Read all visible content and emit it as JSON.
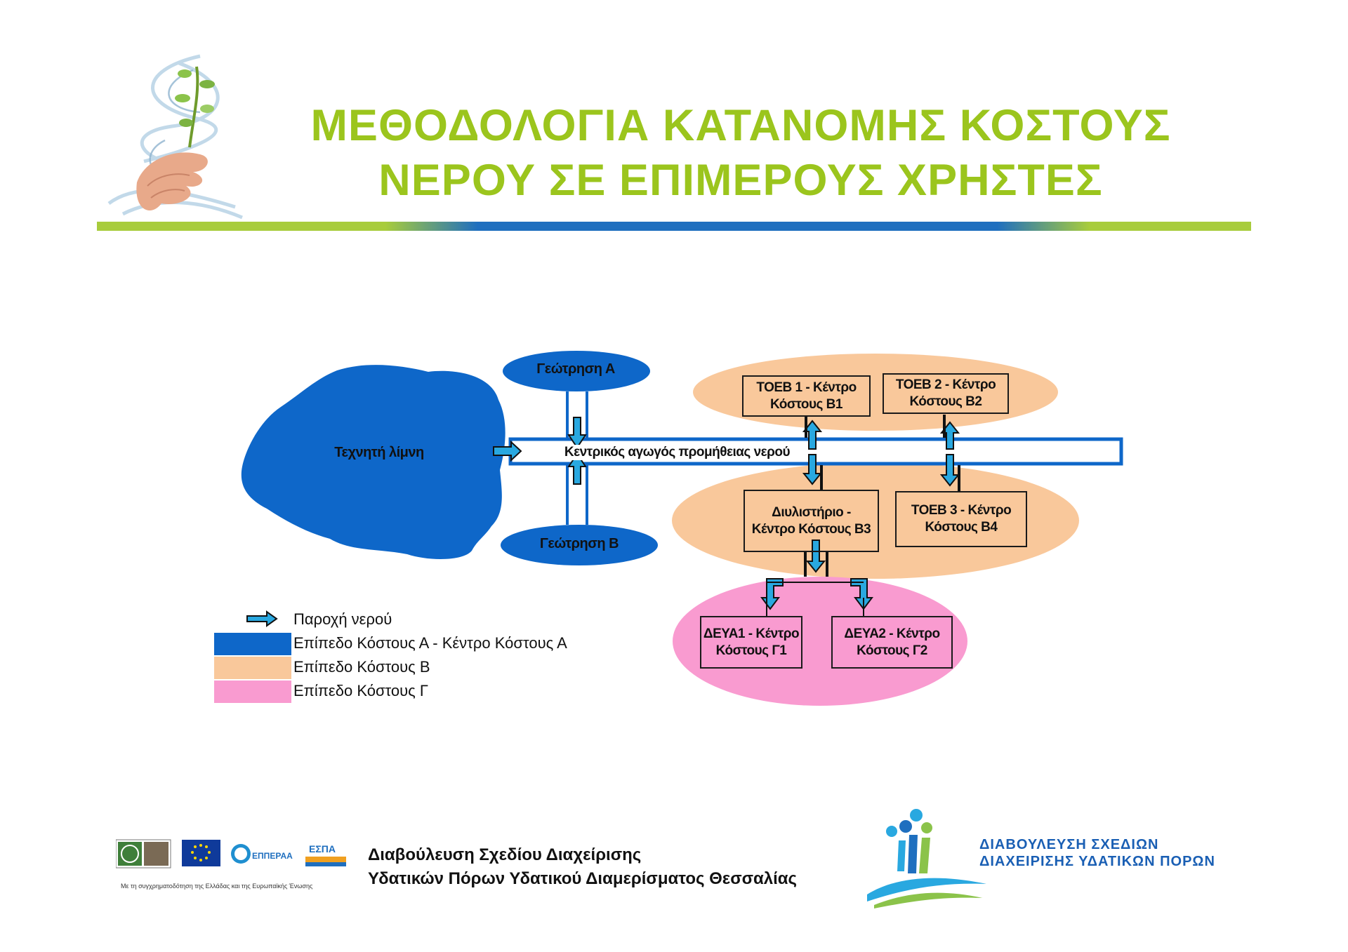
{
  "header": {
    "title_line1": "ΜΕΘΟΔΟΛΟΓΙΑ ΚΑΤΑΝΟΜΗΣ ΚΟΣΤΟΥΣ",
    "title_line2": "ΝΕΡΟΥ ΣΕ ΕΠΙΜΕΡΟΥΣ ΧΡΗΣΤΕΣ"
  },
  "diagram": {
    "lake": "Τεχνητή λίμνη",
    "pipe": "Κεντρικός αγωγός προμήθειας νερού",
    "well_a": "Γεώτρηση Α",
    "well_b": "Γεώτρηση Β",
    "toeb1": [
      "ΤΟΕΒ 1 - Κέντρο",
      "Κόστους Β1"
    ],
    "toeb2": [
      "ΤΟΕΒ 2 - Κέντρο",
      "Κόστους Β2"
    ],
    "plant": [
      "Διυλιστήριο -",
      "Κέντρο Κόστους Β3"
    ],
    "toeb3": [
      "ΤΟΕΒ 3 - Κέντρο",
      "Κόστους Β4"
    ],
    "deya1": [
      "ΔΕΥΑ1 - Κέντρο",
      "Κόστους Γ1"
    ],
    "deya2": [
      "ΔΕΥΑ2 - Κέντρο",
      "Κόστους Γ2"
    ]
  },
  "legend": [
    {
      "label": "Παροχή νερού",
      "kind": "arrow",
      "color": "#29a8e0"
    },
    {
      "label": "Επίπεδο Κόστους Α - Κέντρο Κόστους Α",
      "kind": "swatch",
      "color": "#0e67c9"
    },
    {
      "label": "Επίπεδο Κόστους Β",
      "kind": "swatch",
      "color": "#f9c89b"
    },
    {
      "label": "Επίπεδο Κόστους Γ",
      "kind": "swatch",
      "color": "#f99bd0"
    }
  ],
  "colors": {
    "title_green": "#9bc51d",
    "level_a_blue": "#0e67c9",
    "level_b_peach": "#f9c89b",
    "level_c_pink": "#f99bd0",
    "flow_arrow": "#29a8e0"
  },
  "footer": {
    "line1": "Διαβούλευση Σχεδίου Διαχείρισης",
    "line2": "Υδατικών Πόρων Υδατικού Διαμερίσματος Θεσσαλίας",
    "brand_line1": "ΔΙΑΒΟΥΛΕΥΣΗ ΣΧΕΔΙΩΝ",
    "brand_line2": "ΔΙΑΧΕΙΡΙΣΗΣ ΥΔΑΤΙΚΩΝ ΠΟΡΩΝ",
    "logo_epperaa": "ΕΠΠΕΡΑΑ",
    "logo_espa": "ΕΣΠΑ",
    "cofunding": "Με τη συγχρηματοδότηση της Ελλάδας και της Ευρωπαϊκής Ένωσης"
  }
}
